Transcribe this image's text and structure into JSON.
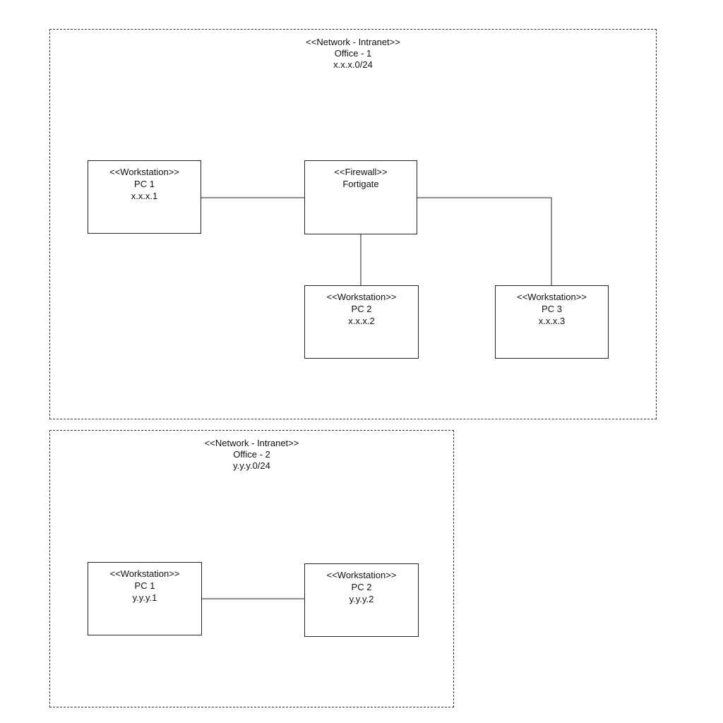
{
  "networks": [
    {
      "id": "office1",
      "stereotype": "<<Network - Intranet>>",
      "name": "Office - 1",
      "subnet": "x.x.x.0/24",
      "nodes": [
        {
          "id": "o1-fw",
          "stereotype": "<<Firewall>>",
          "name": "Fortigate",
          "ip": ""
        },
        {
          "id": "o1-pc1",
          "stereotype": "<<Workstation>>",
          "name": "PC 1",
          "ip": "x.x.x.1"
        },
        {
          "id": "o1-pc2",
          "stereotype": "<<Workstation>>",
          "name": "PC 2",
          "ip": "x.x.x.2"
        },
        {
          "id": "o1-pc3",
          "stereotype": "<<Workstation>>",
          "name": "PC 3",
          "ip": "x.x.x.3"
        }
      ],
      "connections": [
        [
          "o1-pc1",
          "o1-fw"
        ],
        [
          "o1-fw",
          "o1-pc2"
        ],
        [
          "o1-fw",
          "o1-pc3"
        ]
      ]
    },
    {
      "id": "office2",
      "stereotype": "<<Network - Intranet>>",
      "name": "Office - 2",
      "subnet": "y.y.y.0/24",
      "nodes": [
        {
          "id": "o2-pc1",
          "stereotype": "<<Workstation>>",
          "name": "PC 1",
          "ip": "y.y.y.1"
        },
        {
          "id": "o2-pc2",
          "stereotype": "<<Workstation>>",
          "name": "PC 2",
          "ip": "y.y.y.2"
        }
      ],
      "connections": [
        [
          "o2-pc1",
          "o2-pc2"
        ]
      ]
    }
  ]
}
